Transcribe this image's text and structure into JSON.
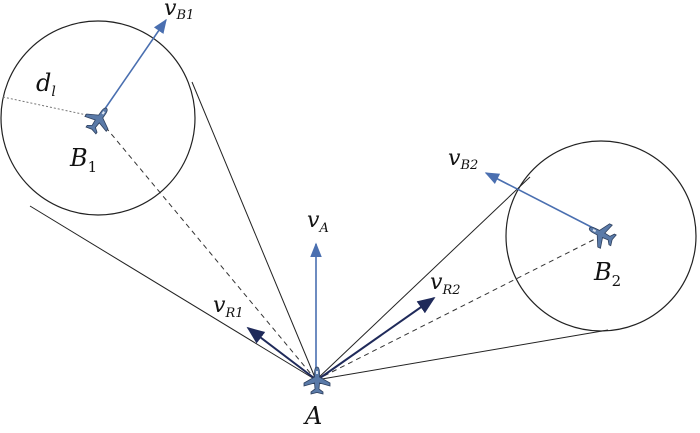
{
  "labels": {
    "vB1": {
      "main": "v",
      "sub": "B1"
    },
    "dl": {
      "main": "d",
      "sub": "l"
    },
    "B1": {
      "main": "B",
      "sub": "1"
    },
    "vB2": {
      "main": "v",
      "sub": "B2"
    },
    "vA": {
      "main": "v",
      "sub": "A"
    },
    "vR1": {
      "main": "v",
      "sub": "R1"
    },
    "vR2": {
      "main": "v",
      "sub": "R2"
    },
    "B2": {
      "main": "B",
      "sub": "2"
    },
    "A": {
      "main": "A"
    }
  },
  "colors": {
    "velocity_blue": "#4a6fb0",
    "relative_navy": "#1f2a5a",
    "line_black": "#222222",
    "aircraft": "#5a7aa8"
  },
  "icons": [
    "aircraft-icon"
  ]
}
